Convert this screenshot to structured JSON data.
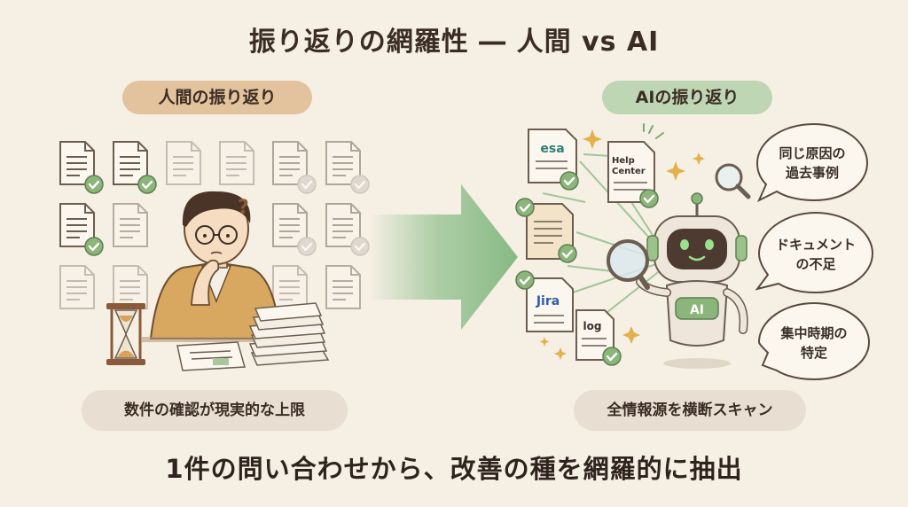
{
  "title": "振り返りの網羅性 ― 人間 vs AI",
  "human": {
    "heading": "人間の振り返り",
    "caption": "数件の確認が現実的な上限"
  },
  "ai": {
    "heading": "AIの振り返り",
    "caption": "全情報源を横断スキャン",
    "sources": [
      "esa",
      "Help Center",
      "Jira",
      "log"
    ],
    "robot_badge": "AI",
    "bubbles": [
      {
        "line1": "同じ原因の",
        "line2": "過去事例"
      },
      {
        "line1": "ドキュメント",
        "line2": "の不足"
      },
      {
        "line1": "集中時期の",
        "line2": "特定"
      }
    ]
  },
  "footer": "1件の問い合わせから、改善の種を網羅的に抽出",
  "colors": {
    "background": "#f6efe4",
    "human_accent": "#e3c29e",
    "ai_accent": "#bfd6b4",
    "arrow": "#8fbf8c",
    "check": "#7fa86e"
  }
}
